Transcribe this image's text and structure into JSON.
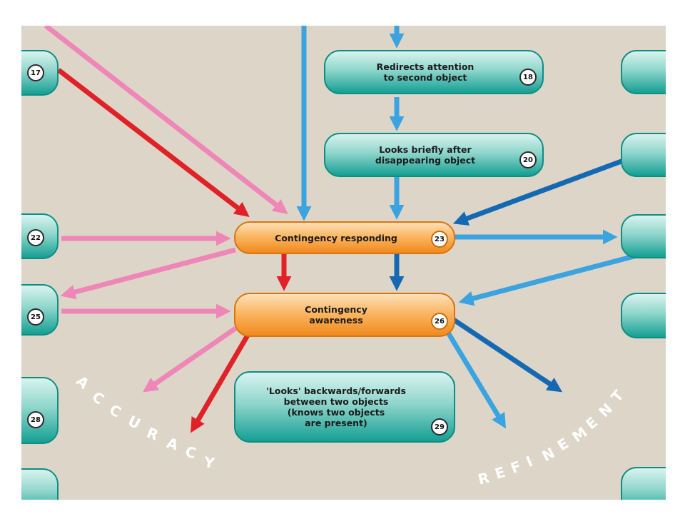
{
  "nodes": {
    "n17": {
      "number": "17"
    },
    "n18": {
      "number": "18",
      "lines": [
        "Redirects attention",
        "to second object"
      ]
    },
    "n20": {
      "number": "20",
      "lines": [
        "Looks briefly after",
        "disappearing object"
      ]
    },
    "n22": {
      "number": "22"
    },
    "n23": {
      "number": "23",
      "lines": [
        "Contingency responding"
      ]
    },
    "n25": {
      "number": "25"
    },
    "n26": {
      "number": "26",
      "lines": [
        "Contingency",
        "awareness"
      ]
    },
    "n28": {
      "number": "28"
    },
    "n29": {
      "number": "29",
      "lines": [
        "'Looks' backwards/forwards",
        "between two objects",
        "(knows two objects",
        "are present)"
      ]
    },
    "partial_right_letter": "I"
  },
  "themes": {
    "accuracy": "ACCURACY",
    "refinement": "REFINEMENT"
  },
  "colors": {
    "background": "#ddd6c8",
    "teal_node": "#159f93",
    "orange_node": "#f08a1e",
    "arrow_light_blue": "#3ba3df",
    "arrow_dark_blue": "#1569b3",
    "arrow_pink": "#ef86b8",
    "arrow_red": "#e02228"
  }
}
